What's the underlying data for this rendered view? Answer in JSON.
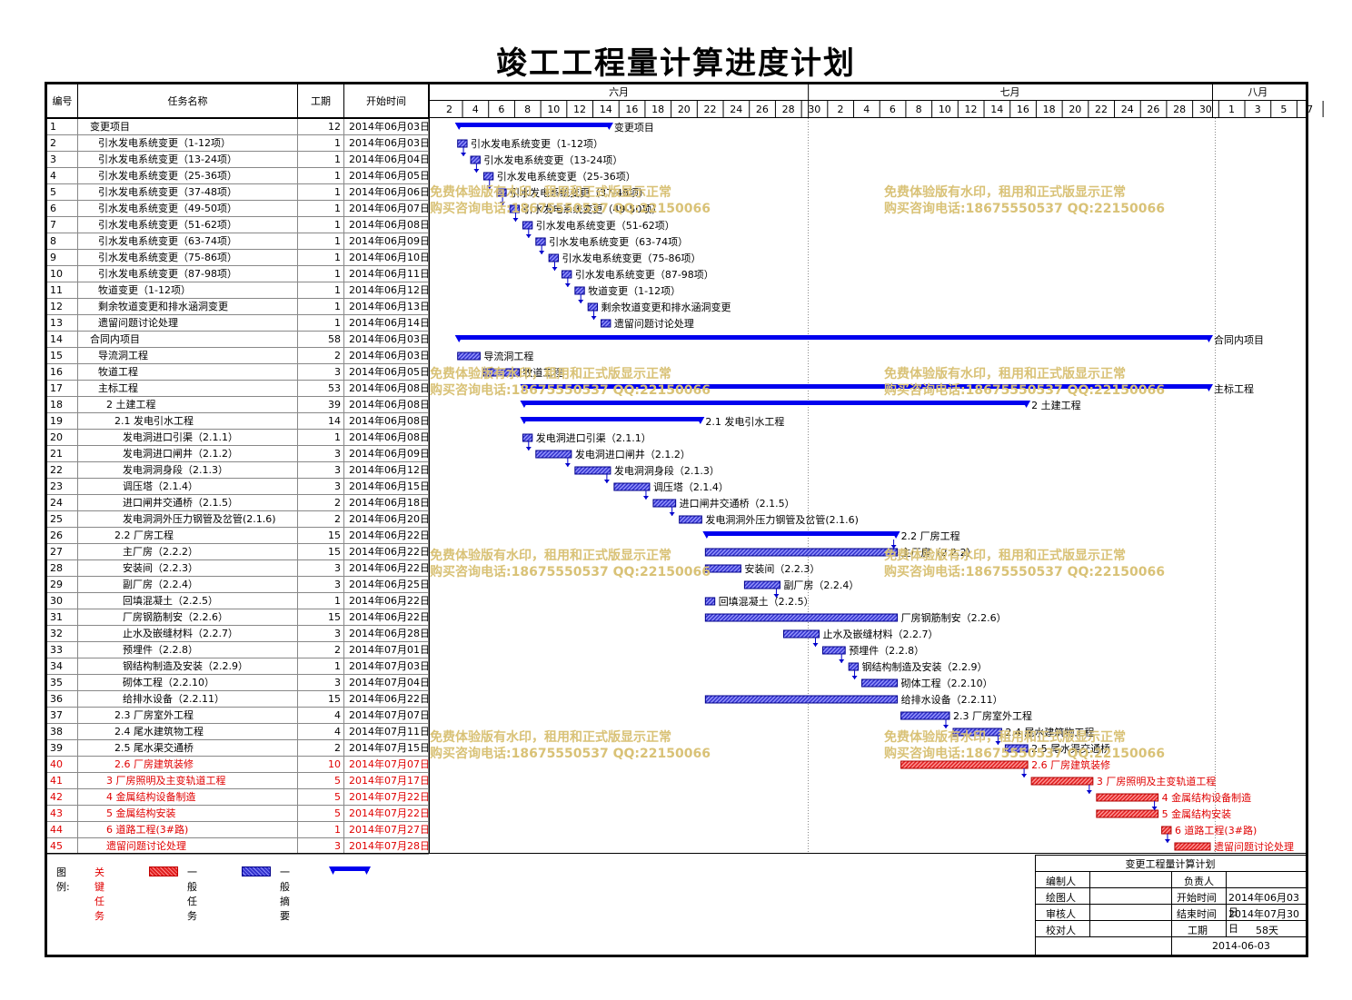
{
  "title": "竣工工程量计算进度计划",
  "headers": {
    "id": "编号",
    "name": "任务名称",
    "duration": "工期",
    "start": "开始时间"
  },
  "months": [
    "六月",
    "七月",
    "八月"
  ],
  "day_ticks": [
    "2",
    "4",
    "6",
    "8",
    "10",
    "12",
    "14",
    "16",
    "18",
    "20",
    "22",
    "24",
    "26",
    "28",
    "30",
    "2",
    "4",
    "6",
    "8",
    "10",
    "12",
    "14",
    "16",
    "18",
    "20",
    "22",
    "24",
    "26",
    "28",
    "30",
    "1",
    "3",
    "5",
    "7"
  ],
  "watermark": {
    "line1": "免费体验版有水印，租用和正式版显示正常",
    "line2": "购买咨询电话:18675550537 QQ:22150066"
  },
  "legend": {
    "label": "图例:",
    "critical": "关键任务",
    "normal": "一般任务",
    "summary": "一般摘要"
  },
  "info": {
    "title": "变更工程量计算计划",
    "editor_label": "编制人",
    "editor_value": "",
    "owner_label": "负责人",
    "owner_value": "",
    "drawer_label": "绘图人",
    "drawer_value": "",
    "start_label": "开始时间",
    "start_value": "2014年06月03日",
    "reviewer_label": "审核人",
    "reviewer_value": "",
    "end_label": "结束时间",
    "end_value": "2014年07月30日",
    "checker_label": "校对人",
    "checker_value": "",
    "duration_label": "工期",
    "duration_value": "58天",
    "date": "2014-06-03"
  },
  "colors": {
    "summary": "#0000ee",
    "normal": "#3333cc",
    "critical": "#e02020",
    "critical_text": "#e00000",
    "watermark": "#d9c277"
  },
  "chart_data": {
    "type": "gantt",
    "date_range": [
      "2014-06-01",
      "2014-08-07"
    ],
    "tasks": [
      {
        "id": "1",
        "name": "变更项目",
        "dur": 12,
        "start": "2014年06月03日",
        "kind": "summary",
        "indent": 1,
        "label": "变更项目"
      },
      {
        "id": "2",
        "name": "引水发电系统变更（1-12项）",
        "dur": 1,
        "start": "2014年06月03日",
        "kind": "normal",
        "indent": 2,
        "label": "引水发电系统变更（1-12项）"
      },
      {
        "id": "3",
        "name": "引水发电系统变更（13-24项）",
        "dur": 1,
        "start": "2014年06月04日",
        "kind": "normal",
        "indent": 2,
        "label": "引水发电系统变更（13-24项）"
      },
      {
        "id": "4",
        "name": "引水发电系统变更（25-36项）",
        "dur": 1,
        "start": "2014年06月05日",
        "kind": "normal",
        "indent": 2,
        "label": "引水发电系统变更（25-36项）"
      },
      {
        "id": "5",
        "name": "引水发电系统变更（37-48项）",
        "dur": 1,
        "start": "2014年06月06日",
        "kind": "normal",
        "indent": 2,
        "label": "引水发电系统变更（37-48项）"
      },
      {
        "id": "6",
        "name": "引水发电系统变更（49-50项）",
        "dur": 1,
        "start": "2014年06月07日",
        "kind": "normal",
        "indent": 2,
        "label": "引水发电系统变更（49-50项）"
      },
      {
        "id": "7",
        "name": "引水发电系统变更（51-62项）",
        "dur": 1,
        "start": "2014年06月08日",
        "kind": "normal",
        "indent": 2,
        "label": "引水发电系统变更（51-62项）"
      },
      {
        "id": "8",
        "name": "引水发电系统变更（63-74项）",
        "dur": 1,
        "start": "2014年06月09日",
        "kind": "normal",
        "indent": 2,
        "label": "引水发电系统变更（63-74项）"
      },
      {
        "id": "9",
        "name": "引水发电系统变更（75-86项）",
        "dur": 1,
        "start": "2014年06月10日",
        "kind": "normal",
        "indent": 2,
        "label": "引水发电系统变更（75-86项）"
      },
      {
        "id": "10",
        "name": "引水发电系统变更（87-98项）",
        "dur": 1,
        "start": "2014年06月11日",
        "kind": "normal",
        "indent": 2,
        "label": "引水发电系统变更（87-98项）"
      },
      {
        "id": "11",
        "name": "牧道变更（1-12项）",
        "dur": 1,
        "start": "2014年06月12日",
        "kind": "normal",
        "indent": 2,
        "label": "牧道变更（1-12项）"
      },
      {
        "id": "12",
        "name": "剩余牧道变更和排水涵洞变更",
        "dur": 1,
        "start": "2014年06月13日",
        "kind": "normal",
        "indent": 2,
        "label": "剩余牧道变更和排水涵洞变更"
      },
      {
        "id": "13",
        "name": "遗留问题讨论处理",
        "dur": 1,
        "start": "2014年06月14日",
        "kind": "normal",
        "indent": 2,
        "label": "遗留问题讨论处理"
      },
      {
        "id": "14",
        "name": "合同内项目",
        "dur": 58,
        "start": "2014年06月03日",
        "kind": "summary",
        "indent": 1,
        "label": "合同内项目"
      },
      {
        "id": "15",
        "name": "导流洞工程",
        "dur": 2,
        "start": "2014年06月03日",
        "kind": "normal",
        "indent": 2,
        "label": "导流洞工程"
      },
      {
        "id": "16",
        "name": "牧道工程",
        "dur": 3,
        "start": "2014年06月05日",
        "kind": "normal",
        "indent": 2,
        "label": "牧道工程"
      },
      {
        "id": "17",
        "name": "主标工程",
        "dur": 53,
        "start": "2014年06月08日",
        "kind": "summary",
        "indent": 2,
        "label": "主标工程"
      },
      {
        "id": "18",
        "name": "2 土建工程",
        "dur": 39,
        "start": "2014年06月08日",
        "kind": "summary",
        "indent": 3,
        "label": "2 土建工程"
      },
      {
        "id": "19",
        "name": "2.1 发电引水工程",
        "dur": 14,
        "start": "2014年06月08日",
        "kind": "summary",
        "indent": 4,
        "label": "2.1 发电引水工程"
      },
      {
        "id": "20",
        "name": "发电洞进口引渠（2.1.1）",
        "dur": 1,
        "start": "2014年06月08日",
        "kind": "normal",
        "indent": 5,
        "label": "发电洞进口引渠（2.1.1）"
      },
      {
        "id": "21",
        "name": "发电洞进口闸井（2.1.2）",
        "dur": 3,
        "start": "2014年06月09日",
        "kind": "normal",
        "indent": 5,
        "label": "发电洞进口闸井（2.1.2）"
      },
      {
        "id": "22",
        "name": "发电洞洞身段（2.1.3）",
        "dur": 3,
        "start": "2014年06月12日",
        "kind": "normal",
        "indent": 5,
        "label": "发电洞洞身段（2.1.3）"
      },
      {
        "id": "23",
        "name": "调压塔（2.1.4）",
        "dur": 3,
        "start": "2014年06月15日",
        "kind": "normal",
        "indent": 5,
        "label": "调压塔（2.1.4）"
      },
      {
        "id": "24",
        "name": "进口闸井交通桥（2.1.5）",
        "dur": 2,
        "start": "2014年06月18日",
        "kind": "normal",
        "indent": 5,
        "label": "进口闸井交通桥（2.1.5）"
      },
      {
        "id": "25",
        "name": "发电洞洞外压力钢管及岔管(2.1.6)",
        "dur": 2,
        "start": "2014年06月20日",
        "kind": "normal",
        "indent": 5,
        "label": "发电洞洞外压力钢管及岔管(2.1.6)"
      },
      {
        "id": "26",
        "name": "2.2 厂房工程",
        "dur": 15,
        "start": "2014年06月22日",
        "kind": "summary",
        "indent": 4,
        "label": "2.2 厂房工程"
      },
      {
        "id": "27",
        "name": "主厂房（2.2.2）",
        "dur": 15,
        "start": "2014年06月22日",
        "kind": "normal",
        "indent": 5,
        "label": "主厂房（2.2.2）"
      },
      {
        "id": "28",
        "name": "安装间（2.2.3）",
        "dur": 3,
        "start": "2014年06月22日",
        "kind": "normal",
        "indent": 5,
        "label": "安装间（2.2.3）"
      },
      {
        "id": "29",
        "name": "副厂房（2.2.4）",
        "dur": 3,
        "start": "2014年06月25日",
        "kind": "normal",
        "indent": 5,
        "label": "副厂房（2.2.4）"
      },
      {
        "id": "30",
        "name": "回填混凝土（2.2.5）",
        "dur": 1,
        "start": "2014年06月22日",
        "kind": "normal",
        "indent": 5,
        "label": "回填混凝土（2.2.5）"
      },
      {
        "id": "31",
        "name": "厂房钢筋制安（2.2.6）",
        "dur": 15,
        "start": "2014年06月22日",
        "kind": "normal",
        "indent": 5,
        "label": "厂房钢筋制安（2.2.6）"
      },
      {
        "id": "32",
        "name": "止水及嵌缝材料（2.2.7）",
        "dur": 3,
        "start": "2014年06月28日",
        "kind": "normal",
        "indent": 5,
        "label": "止水及嵌缝材料（2.2.7）"
      },
      {
        "id": "33",
        "name": "预埋件（2.2.8）",
        "dur": 2,
        "start": "2014年07月01日",
        "kind": "normal",
        "indent": 5,
        "label": "预埋件（2.2.8）"
      },
      {
        "id": "34",
        "name": "钢结构制造及安装（2.2.9）",
        "dur": 1,
        "start": "2014年07月03日",
        "kind": "normal",
        "indent": 5,
        "label": "钢结构制造及安装（2.2.9）"
      },
      {
        "id": "35",
        "name": "砌体工程（2.2.10）",
        "dur": 3,
        "start": "2014年07月04日",
        "kind": "normal",
        "indent": 5,
        "label": "砌体工程（2.2.10）"
      },
      {
        "id": "36",
        "name": "给排水设备（2.2.11）",
        "dur": 15,
        "start": "2014年06月22日",
        "kind": "normal",
        "indent": 5,
        "label": "给排水设备（2.2.11）"
      },
      {
        "id": "37",
        "name": "2.3 厂房室外工程",
        "dur": 4,
        "start": "2014年07月07日",
        "kind": "normal",
        "indent": 4,
        "label": "2.3 厂房室外工程"
      },
      {
        "id": "38",
        "name": "2.4 尾水建筑物工程",
        "dur": 4,
        "start": "2014年07月11日",
        "kind": "normal",
        "indent": 4,
        "label": "2.4 尾水建筑物工程"
      },
      {
        "id": "39",
        "name": "2.5 尾水渠交通桥",
        "dur": 2,
        "start": "2014年07月15日",
        "kind": "normal",
        "indent": 4,
        "label": "2.5 尾水渠交通桥"
      },
      {
        "id": "40",
        "name": "2.6 厂房建筑装修",
        "dur": 10,
        "start": "2014年07月07日",
        "kind": "critical",
        "indent": 4,
        "label": "2.6 厂房建筑装修"
      },
      {
        "id": "41",
        "name": "3 厂房照明及主变轨道工程",
        "dur": 5,
        "start": "2014年07月17日",
        "kind": "critical",
        "indent": 3,
        "label": "3 厂房照明及主变轨道工程"
      },
      {
        "id": "42",
        "name": "4 金属结构设备制造",
        "dur": 5,
        "start": "2014年07月22日",
        "kind": "critical",
        "indent": 3,
        "label": "4 金属结构设备制造"
      },
      {
        "id": "43",
        "name": "5 金属结构安装",
        "dur": 5,
        "start": "2014年07月22日",
        "kind": "critical",
        "indent": 3,
        "label": "5 金属结构安装"
      },
      {
        "id": "44",
        "name": "6 道路工程(3#路)",
        "dur": 1,
        "start": "2014年07月27日",
        "kind": "critical",
        "indent": 3,
        "label": "6 道路工程(3#路)"
      },
      {
        "id": "45",
        "name": "遗留问题讨论处理",
        "dur": 3,
        "start": "2014年07月28日",
        "kind": "critical",
        "indent": 3,
        "label": "遗留问题讨论处理"
      }
    ]
  }
}
